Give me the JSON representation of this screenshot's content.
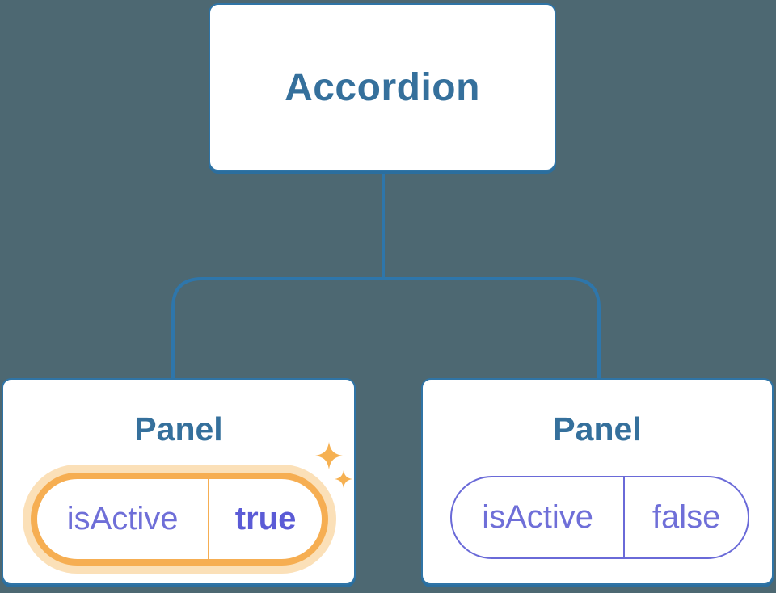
{
  "diagram": {
    "description": "Component tree diagram: Accordion parent with two Panel children holding isActive state",
    "background_color": "#4d6872",
    "node_fill_color": "#ffffff",
    "node_border_color": "#2f74a6",
    "connector_color": "#2e76ab",
    "title_color": "#35709c",
    "state_text_color": "#6f6fd8",
    "state_value_bold_color": "#5b5bd6",
    "highlight_border_color": "#f6ae52",
    "highlight_halo_color": "#fbe0b8",
    "sparkle_color": "#f6b152",
    "root": {
      "label": "Accordion"
    },
    "panels": [
      {
        "label": "Panel",
        "state_name": "isActive",
        "state_value": "true",
        "highlighted": true
      },
      {
        "label": "Panel",
        "state_name": "isActive",
        "state_value": "false",
        "highlighted": false
      }
    ]
  }
}
